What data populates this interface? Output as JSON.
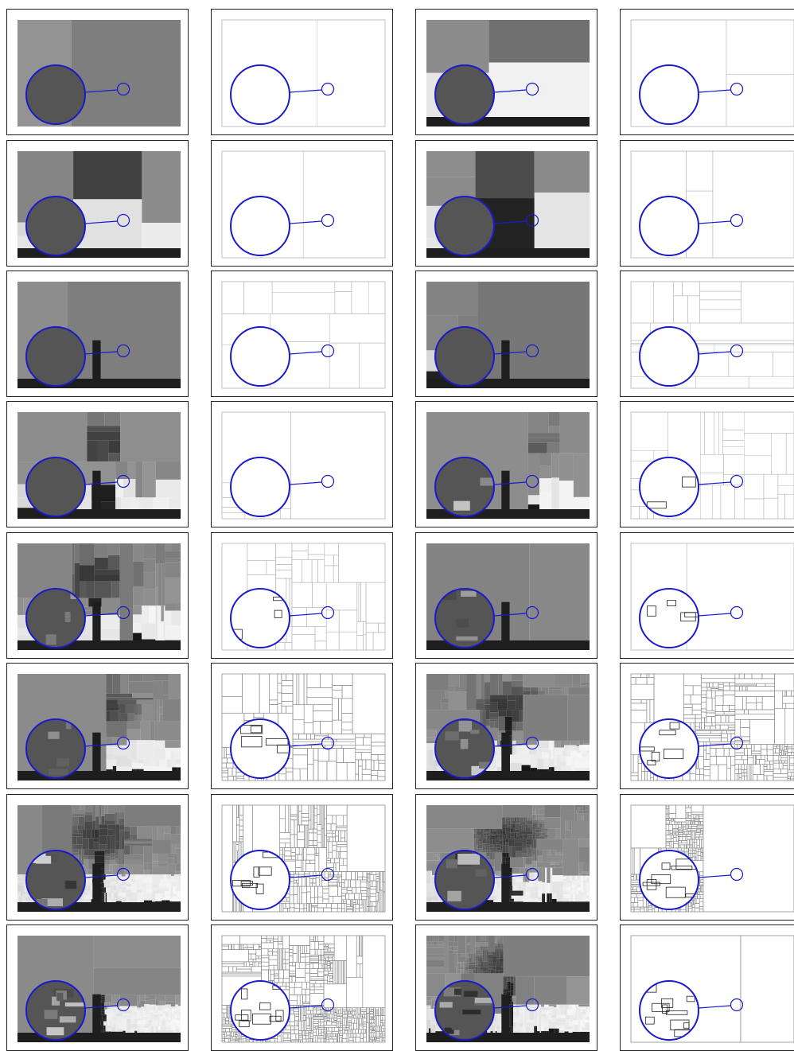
{
  "figure": {
    "columns": [
      {
        "kind": "approximation"
      },
      {
        "kind": "partition"
      },
      {
        "kind": "approximation"
      },
      {
        "kind": "partition"
      }
    ],
    "rows": 8,
    "panels_per_row": 4,
    "colors": {
      "frame": "#222222",
      "highlight_circle": "#1a1acc",
      "sky_gray": "#8f8f8f",
      "ground_dark": "#1e1e1e",
      "snow_light": "#dcdcdc",
      "partition_line": "#b8b8b8"
    },
    "panels": [
      {
        "row": 0,
        "col": 0,
        "level": 1
      },
      {
        "row": 0,
        "col": 1,
        "level": 1
      },
      {
        "row": 0,
        "col": 2,
        "level": 2
      },
      {
        "row": 0,
        "col": 3,
        "level": 2
      },
      {
        "row": 1,
        "col": 0,
        "level": 3
      },
      {
        "row": 1,
        "col": 1,
        "level": 3
      },
      {
        "row": 1,
        "col": 2,
        "level": 4
      },
      {
        "row": 1,
        "col": 3,
        "level": 4
      },
      {
        "row": 2,
        "col": 0,
        "level": 5
      },
      {
        "row": 2,
        "col": 1,
        "level": 5
      },
      {
        "row": 2,
        "col": 2,
        "level": 6
      },
      {
        "row": 2,
        "col": 3,
        "level": 6
      },
      {
        "row": 3,
        "col": 0,
        "level": 7
      },
      {
        "row": 3,
        "col": 1,
        "level": 7
      },
      {
        "row": 3,
        "col": 2,
        "level": 8
      },
      {
        "row": 3,
        "col": 3,
        "level": 8
      },
      {
        "row": 4,
        "col": 0,
        "level": 9
      },
      {
        "row": 4,
        "col": 1,
        "level": 9
      },
      {
        "row": 4,
        "col": 2,
        "level": 10
      },
      {
        "row": 4,
        "col": 3,
        "level": 10
      },
      {
        "row": 5,
        "col": 0,
        "level": 11
      },
      {
        "row": 5,
        "col": 1,
        "level": 11
      },
      {
        "row": 5,
        "col": 2,
        "level": 12
      },
      {
        "row": 5,
        "col": 3,
        "level": 12
      },
      {
        "row": 6,
        "col": 0,
        "level": 13
      },
      {
        "row": 6,
        "col": 1,
        "level": 13
      },
      {
        "row": 6,
        "col": 2,
        "level": 14
      },
      {
        "row": 6,
        "col": 3,
        "level": 14
      },
      {
        "row": 7,
        "col": 0,
        "level": 15
      },
      {
        "row": 7,
        "col": 1,
        "level": 15
      },
      {
        "row": 7,
        "col": 2,
        "level": 16
      },
      {
        "row": 7,
        "col": 3,
        "level": 16
      }
    ]
  }
}
